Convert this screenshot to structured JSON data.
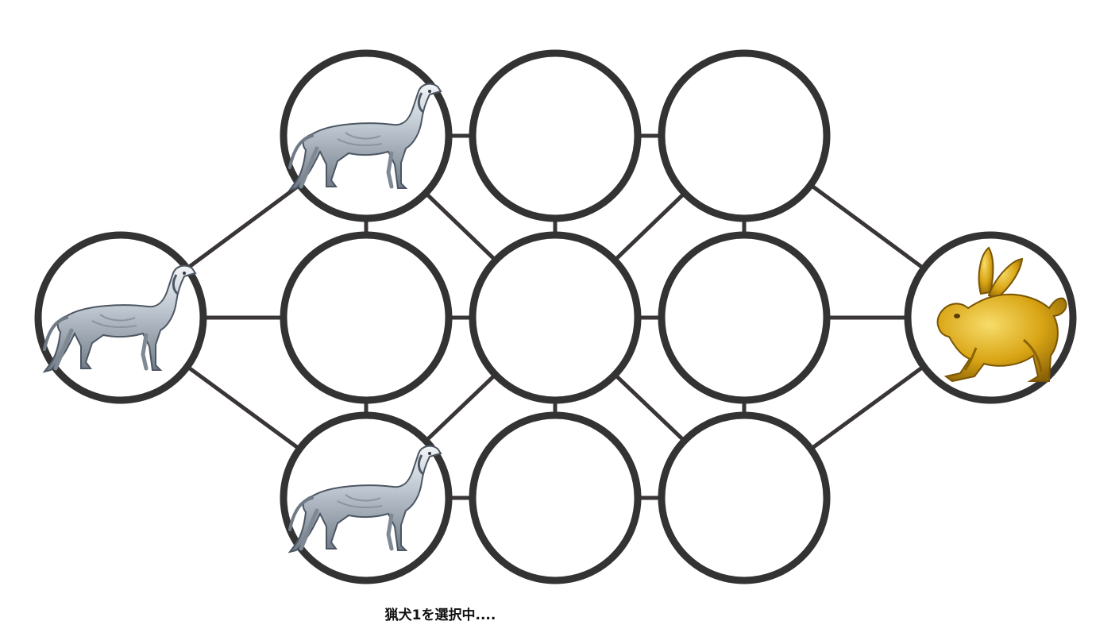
{
  "game": {
    "status_text": "猟犬1を選択中....",
    "colors": {
      "edge": "#3a3536",
      "node_ring": "#333333",
      "node_fill": "#ffffff",
      "hound_body": "#b9c2cc",
      "hound_shade": "#6f7a86",
      "hound_highlight": "#f2f5f8",
      "hare_body": "#d9a515",
      "hare_shade": "#8a6206",
      "hare_highlight": "#f7dc6a"
    },
    "nodes": [
      {
        "id": "n-left",
        "piece": "hound"
      },
      {
        "id": "n-a1",
        "piece": "hound"
      },
      {
        "id": "n-a2",
        "piece": ""
      },
      {
        "id": "n-a3",
        "piece": ""
      },
      {
        "id": "n-b1",
        "piece": ""
      },
      {
        "id": "n-b2",
        "piece": ""
      },
      {
        "id": "n-b3",
        "piece": ""
      },
      {
        "id": "n-c1",
        "piece": "hound"
      },
      {
        "id": "n-c2",
        "piece": ""
      },
      {
        "id": "n-c3",
        "piece": ""
      },
      {
        "id": "n-right",
        "piece": "hare"
      }
    ]
  }
}
